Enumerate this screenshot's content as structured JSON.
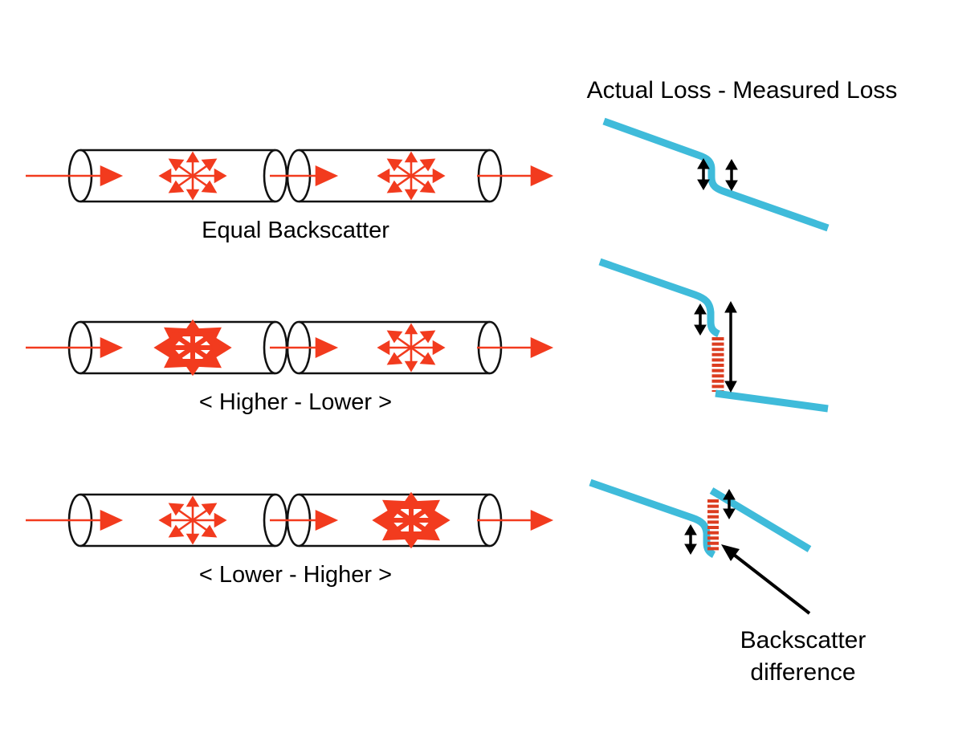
{
  "title": "Actual Loss - Measured Loss",
  "colors": {
    "beam_red": "#F23B1E",
    "dash_red": "#DC3D20",
    "trace_cyan": "#3FBBDA",
    "line_black": "#000000",
    "background": "#FFFFFF"
  },
  "rows": [
    {
      "label": "Equal Backscatter",
      "fiber1_backscatter": "equal",
      "fiber2_backscatter": "equal",
      "trace_description": "small step down, two equal double-headed arrows flanking the step"
    },
    {
      "label": "< Higher - Lower >",
      "fiber1_backscatter": "higher",
      "fiber2_backscatter": "lower",
      "trace_description": "large apparent drop: small actual-loss arrow left, red dashed backscatter segment, tall measured-loss arrow right"
    },
    {
      "label": "< Lower - Higher >",
      "fiber1_backscatter": "lower",
      "fiber2_backscatter": "higher",
      "trace_description": "step up after splice: red dashed backscatter segment rises, small arrows either side, annotation arrow pointing to dashed segment"
    }
  ],
  "annotation": {
    "line1": "Backscatter",
    "line2": "difference"
  }
}
